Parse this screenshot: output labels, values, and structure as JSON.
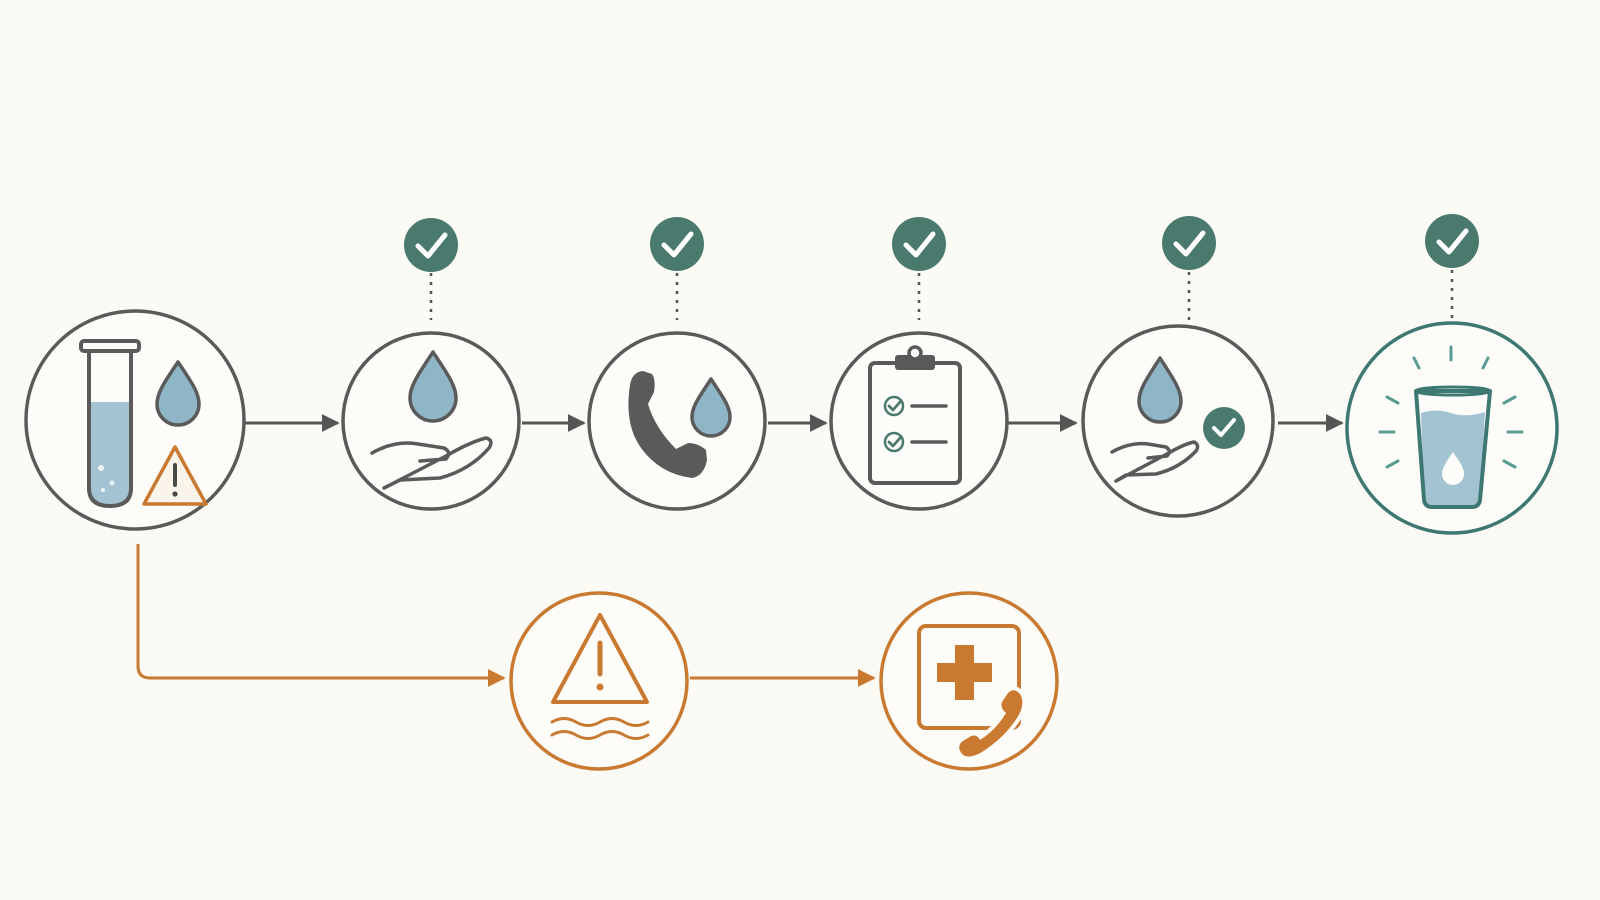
{
  "colors": {
    "background": "#fbfaf5",
    "stroke_main": "#5a5a5a",
    "stroke_teal": "#3d7872",
    "check_fill": "#4a7a6e",
    "water_fill": "#8fb6c6",
    "alert_orange": "#c97a30"
  },
  "main_flow": {
    "steps": [
      {
        "id": "test-result",
        "icons": [
          "test-tube-icon",
          "water-drop-icon",
          "warning-triangle-icon"
        ],
        "verified": false
      },
      {
        "id": "water-in-hand",
        "icons": [
          "water-drop-icon",
          "open-hand-icon"
        ],
        "verified": true
      },
      {
        "id": "call-about-water",
        "icons": [
          "phone-icon",
          "water-drop-icon"
        ],
        "verified": true
      },
      {
        "id": "checklist",
        "icons": [
          "clipboard-checklist-icon"
        ],
        "verified": true
      },
      {
        "id": "water-approved",
        "icons": [
          "water-drop-icon",
          "open-hand-icon",
          "check-badge-icon"
        ],
        "verified": true
      },
      {
        "id": "safe-drinking-water",
        "icons": [
          "water-glass-icon",
          "radiance-icon"
        ],
        "verified": true
      }
    ]
  },
  "alert_flow": {
    "steps": [
      {
        "id": "contamination-warning",
        "icons": [
          "warning-triangle-icon",
          "water-waves-icon"
        ]
      },
      {
        "id": "emergency-medical-call",
        "icons": [
          "medical-cross-icon",
          "phone-icon"
        ]
      }
    ]
  }
}
